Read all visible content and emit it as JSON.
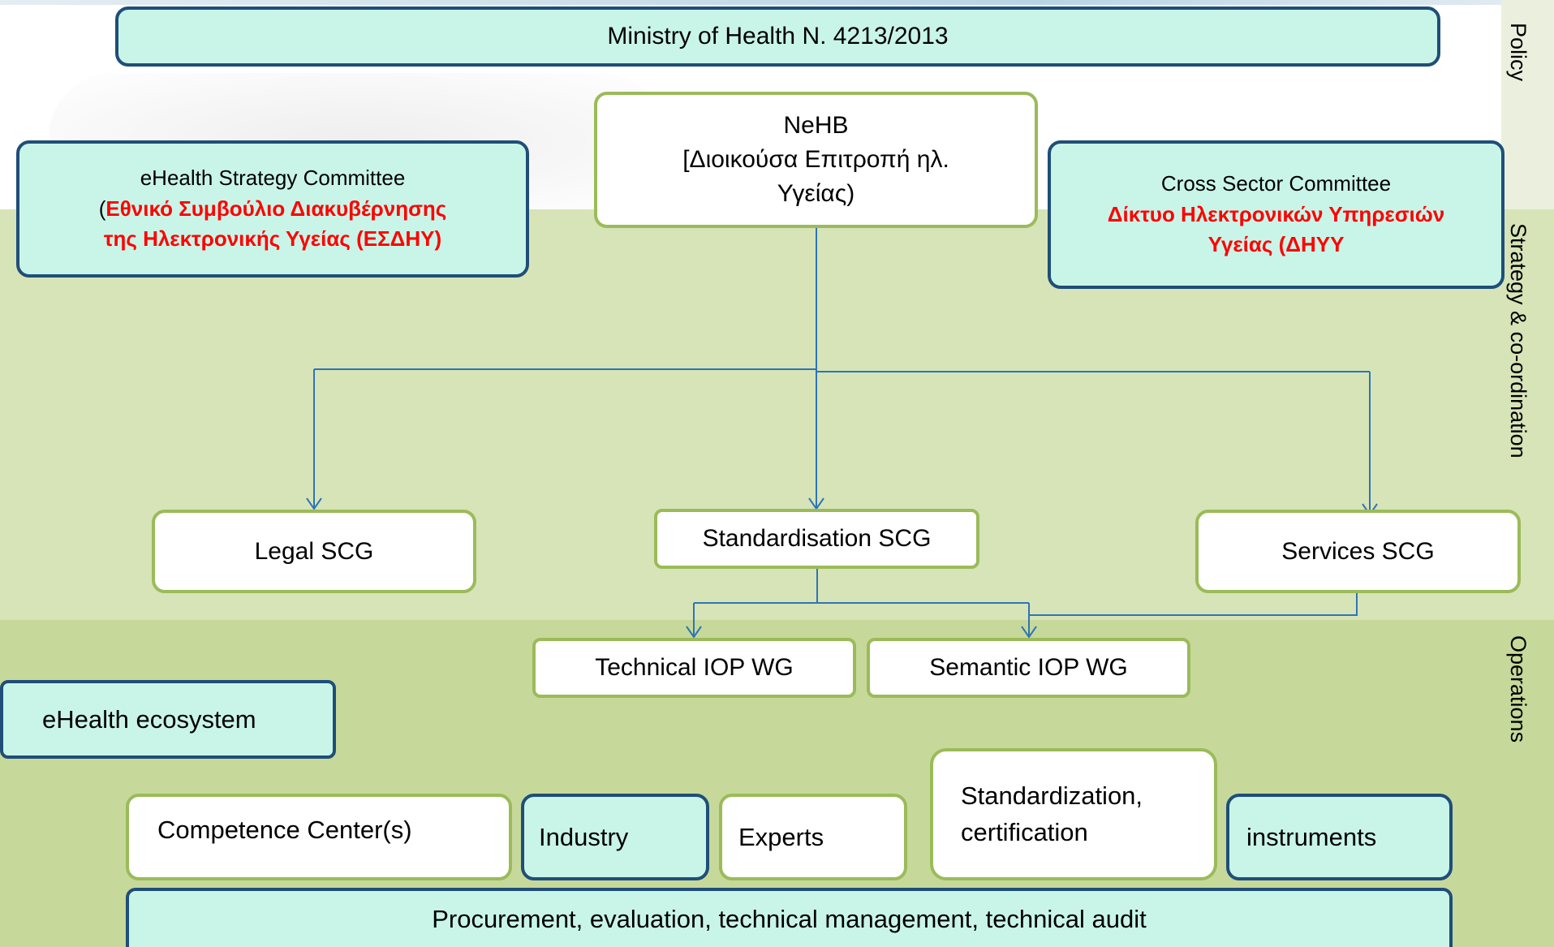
{
  "labels": {
    "policy": "Policy",
    "strategy": "Strategy  & co-ordination",
    "operations": "Operations"
  },
  "boxes": {
    "ministry": "Ministry of Health N. 4213/2013",
    "nehb_line1": "NeHB",
    "nehb_line2": "[Διοικούσα Επιτροπή ηλ. Υγείας)",
    "strategy_committee": {
      "title": "eHealth Strategy Committee",
      "open_paren": "(",
      "red_text": "Εθνικό Συμβούλιο Διακυβέρνησης της Ηλεκτρονικής Υγείας (ΕΣΔΗΥ)"
    },
    "cross_sector": {
      "title": "Cross Sector Committee",
      "red_text": "Δίκτυο Ηλεκτρονικών Υπηρεσιών Υγείας (ΔΗΥΥ"
    },
    "legal": "Legal SCG",
    "standardisation": "Standardisation SCG",
    "services": "Services SCG",
    "technical_iop": "Technical  IOP  WG",
    "semantic_iop": "Semantic IOP  WG",
    "ecosystem": "eHealth ecosystem",
    "competence": "Competence Center(s)",
    "industry": "Industry",
    "experts": "Experts",
    "standardization_cert_line1": "Standardization,",
    "standardization_cert_line2": "certification",
    "instruments": "instruments",
    "procurement": "Procurement,  evaluation, technical management, technical audit"
  },
  "colors": {
    "blue_border": "#1f4e79",
    "green_border": "#9bbb59",
    "cyan_fill": "#c9f5e8",
    "strategy_band": "#d6e4b7",
    "operations_band": "#c6d99a",
    "connector": "#2e75b6",
    "red_text": "#ff0000"
  }
}
